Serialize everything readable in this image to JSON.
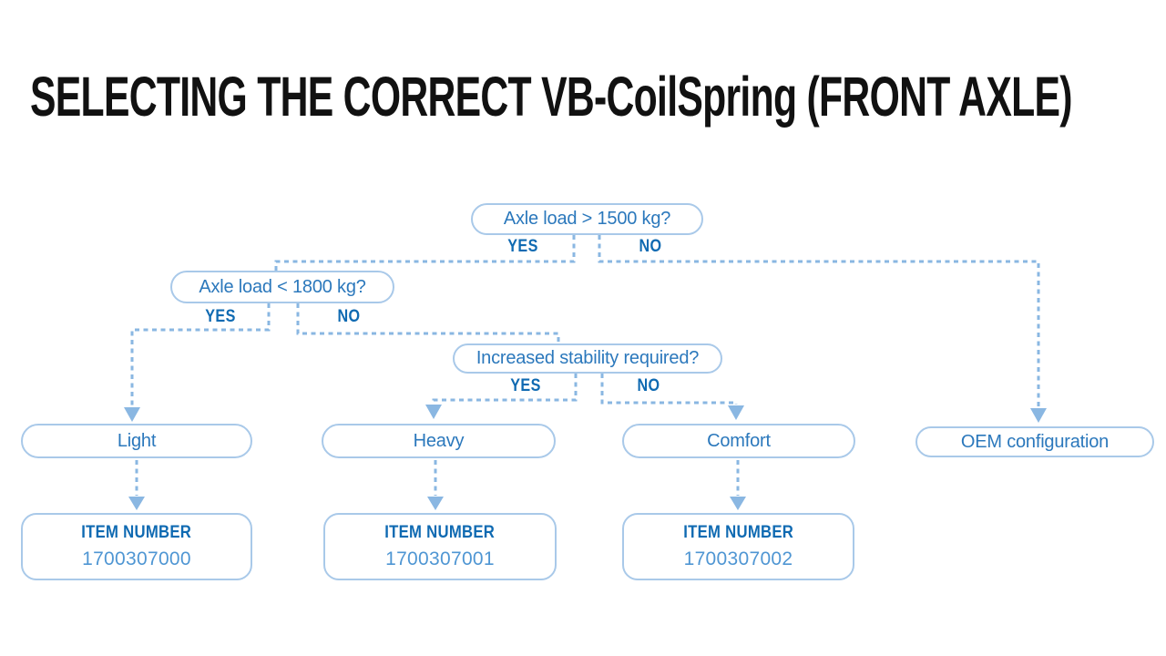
{
  "title": "SELECTING THE CORRECT VB-CoilSpring (FRONT AXLE)",
  "colors": {
    "background": "#ffffff",
    "title": "#111111",
    "node_border": "#a9c9e9",
    "node_text": "#2b78bc",
    "branch_label": "#0f6ab2",
    "item_heading": "#0f6ab2",
    "item_number": "#4f96d3",
    "connector": "#8ab7e2"
  },
  "flowchart": {
    "decisions": [
      {
        "question": "Axle load > 1500 kg?",
        "yes_label": "YES",
        "no_label": "NO"
      },
      {
        "question": "Axle load < 1800 kg?",
        "yes_label": "YES",
        "no_label": "NO"
      },
      {
        "question": "Increased stability required?",
        "yes_label": "YES",
        "no_label": "NO"
      }
    ],
    "outcomes": [
      {
        "label": "Light"
      },
      {
        "label": "Heavy"
      },
      {
        "label": "Comfort"
      },
      {
        "label": "OEM configuration"
      }
    ],
    "items": [
      {
        "heading": "ITEM NUMBER",
        "number": "1700307000"
      },
      {
        "heading": "ITEM NUMBER",
        "number": "1700307001"
      },
      {
        "heading": "ITEM NUMBER",
        "number": "1700307002"
      }
    ]
  }
}
